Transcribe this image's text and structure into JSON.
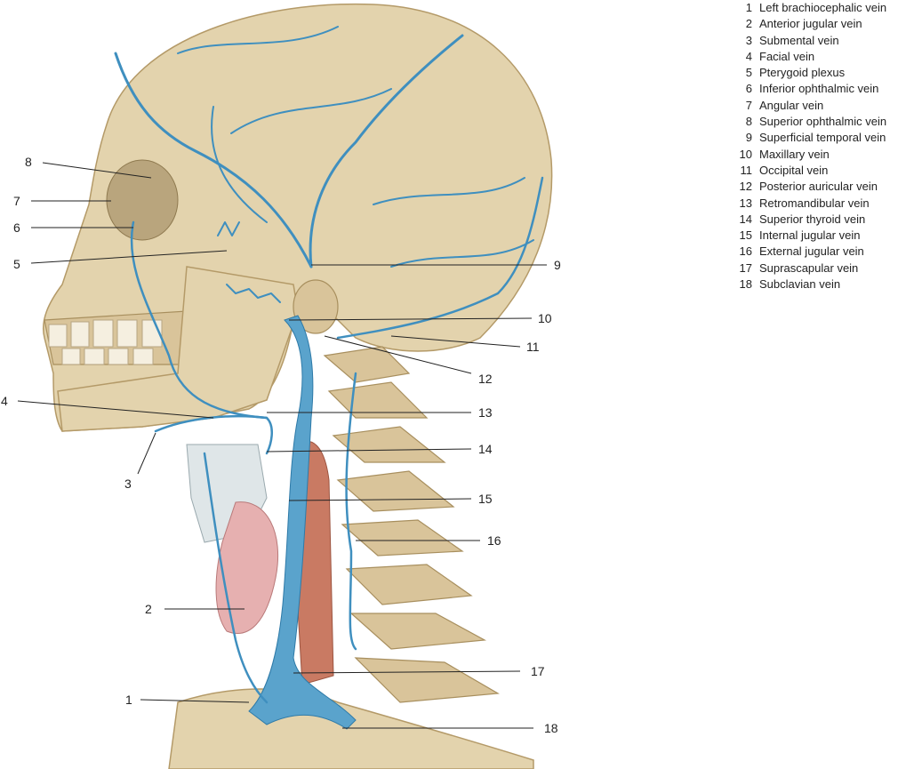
{
  "legend": [
    {
      "num": "1",
      "label": "Left brachiocephalic vein"
    },
    {
      "num": "2",
      "label": "Anterior jugular vein"
    },
    {
      "num": "3",
      "label": "Submental vein"
    },
    {
      "num": "4",
      "label": "Facial vein"
    },
    {
      "num": "5",
      "label": "Pterygoid plexus"
    },
    {
      "num": "6",
      "label": "Inferior ophthalmic vein"
    },
    {
      "num": "7",
      "label": "Angular vein"
    },
    {
      "num": "8",
      "label": "Superior ophthalmic vein"
    },
    {
      "num": "9",
      "label": "Superficial temporal vein"
    },
    {
      "num": "10",
      "label": "Maxillary vein"
    },
    {
      "num": "11",
      "label": "Occipital vein"
    },
    {
      "num": "12",
      "label": "Posterior auricular vein"
    },
    {
      "num": "13",
      "label": "Retromandibular vein"
    },
    {
      "num": "14",
      "label": "Superior thyroid vein"
    },
    {
      "num": "15",
      "label": "Internal jugular vein"
    },
    {
      "num": "16",
      "label": "External jugular vein"
    },
    {
      "num": "17",
      "label": "Suprascapular vein"
    },
    {
      "num": "18",
      "label": "Subclavian vein"
    }
  ],
  "colors": {
    "vein": "#3f8fbf",
    "bone": "#e3d3ad",
    "muscle": "#c97a63",
    "thyroid": "#e6b0b0"
  }
}
